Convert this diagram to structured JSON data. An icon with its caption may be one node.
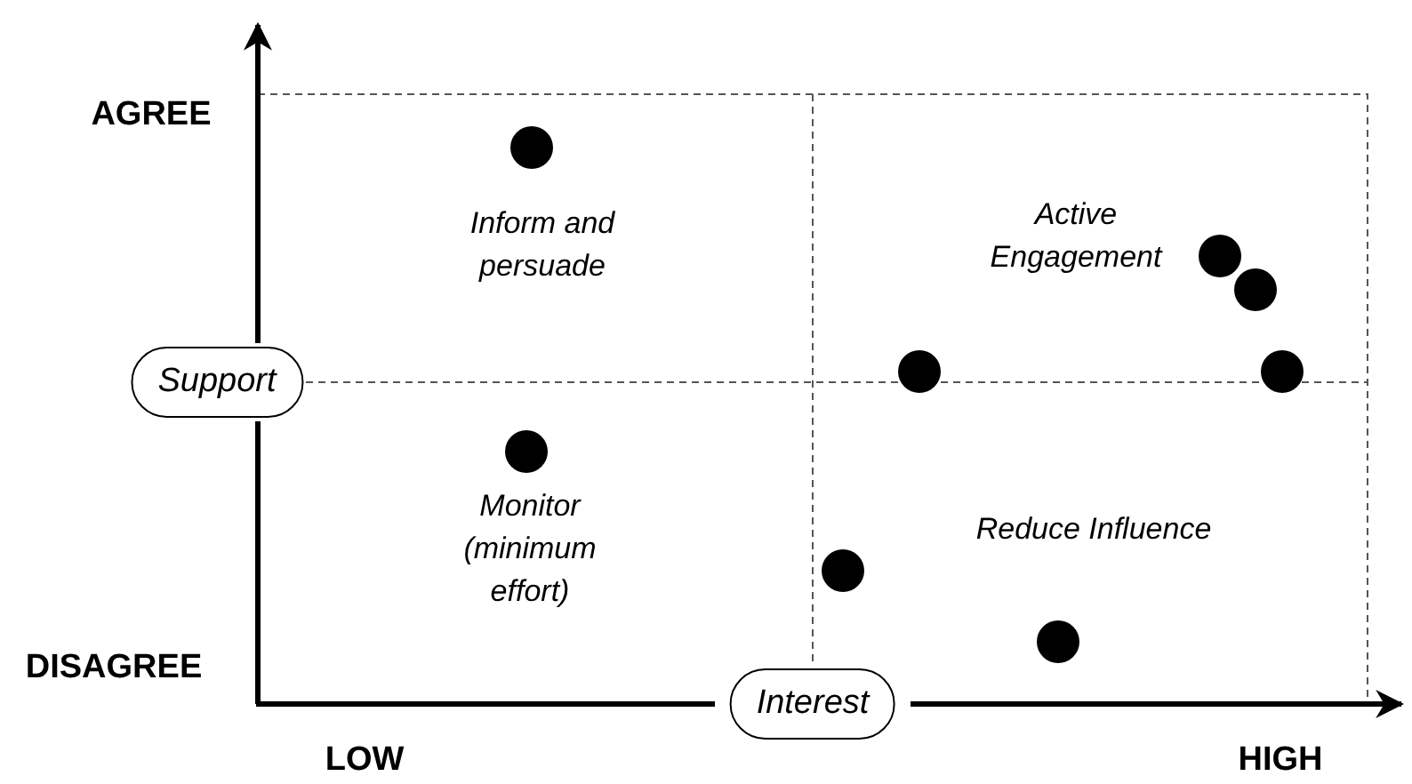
{
  "diagram": {
    "nodes": [
      {
        "text": [
          "Support"
        ]
      },
      {
        "text": [
          "Interest"
        ]
      }
    ],
    "labels": [
      "AGREE",
      "Inform and persuade",
      "Active Engagement",
      "Monitor (minimum effort)",
      "Reduce Influence",
      "DISAGREE",
      "LOW",
      "HIGH"
    ]
  }
}
